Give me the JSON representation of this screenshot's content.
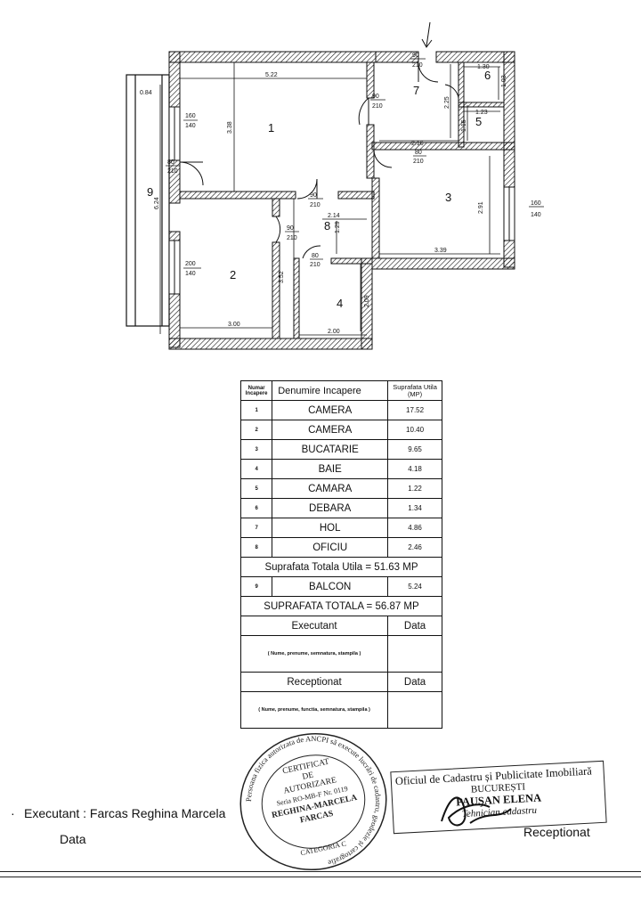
{
  "plan": {
    "rooms": [
      {
        "num": "1"
      },
      {
        "num": "2"
      },
      {
        "num": "3"
      },
      {
        "num": "4"
      },
      {
        "num": "5"
      },
      {
        "num": "6"
      },
      {
        "num": "7"
      },
      {
        "num": "8"
      },
      {
        "num": "9"
      }
    ],
    "dimensions": [
      "5.22",
      "3.38",
      "0.84",
      "6.24",
      "3.52",
      "3.00",
      "2.00",
      "2.09",
      "2.14",
      "1.29",
      "2.16",
      "2.25",
      "1.15",
      "1.23",
      "1.30",
      "1.03",
      "2.91",
      "3.39"
    ],
    "openings": [
      {
        "w": "160",
        "h": "140"
      },
      {
        "w": "80",
        "h": "210"
      },
      {
        "w": "200",
        "h": "140"
      },
      {
        "w": "90",
        "h": "210"
      },
      {
        "w": "90",
        "h": "210"
      },
      {
        "w": "90",
        "h": "210"
      },
      {
        "w": "80",
        "h": "210"
      },
      {
        "w": "80",
        "h": "210"
      },
      {
        "w": "90",
        "h": "210"
      },
      {
        "w": "160",
        "h": "140"
      }
    ]
  },
  "table": {
    "header": {
      "num": "Numar Incapere",
      "name": "Denumire Incapere",
      "area": "Suprafata Utila (MP)"
    },
    "rows": [
      {
        "num": "1",
        "name": "CAMERA",
        "area": "17.52"
      },
      {
        "num": "2",
        "name": "CAMERA",
        "area": "10.40"
      },
      {
        "num": "3",
        "name": "BUCATARIE",
        "area": "9.65"
      },
      {
        "num": "4",
        "name": "BAIE",
        "area": "4.18"
      },
      {
        "num": "5",
        "name": "CAMARA",
        "area": "1.22"
      },
      {
        "num": "6",
        "name": "DEBARA",
        "area": "1.34"
      },
      {
        "num": "7",
        "name": "HOL",
        "area": "4.86"
      },
      {
        "num": "8",
        "name": "OFICIU",
        "area": "2.46"
      }
    ],
    "total_util": "Suprafata Totala Utila = 51.63 MP",
    "balcon": {
      "num": "9",
      "name": "BALCON",
      "area": "5.24"
    },
    "total": "SUPRAFATA TOTALA = 56.87 MP",
    "executant_label": "Executant",
    "executant_data": "Data",
    "executant_note": "( Nume, prenume, semnatura, stampila )",
    "receptionat_label": "Receptionat",
    "receptionat_data": "Data",
    "receptionat_note": "( Nume, prenume, functia, semnatura, stampila )"
  },
  "footer": {
    "executant": "Executant : Farcas Reghina Marcela",
    "data": "Data",
    "receptionat": "Receptionat"
  },
  "stamp_round": {
    "ring": "Persoana fizica autorizata de ANCPI să execute lucrări de cadastru, geodezie și cartografie",
    "center": [
      "CERTIFICAT",
      "DE",
      "AUTORIZARE",
      "Seria RO-MB-F Nr. 0119",
      "REGHINA-MARCELA",
      "FARCAS",
      "CATEGORIA C"
    ]
  },
  "stamp_office": {
    "line1": "Oficiul de Cadastru și Publicitate Imobiliară",
    "line2": "BUCUREȘTI",
    "line3": "PAUŞAN ELENA",
    "line4": "Tehnician cadastru"
  }
}
